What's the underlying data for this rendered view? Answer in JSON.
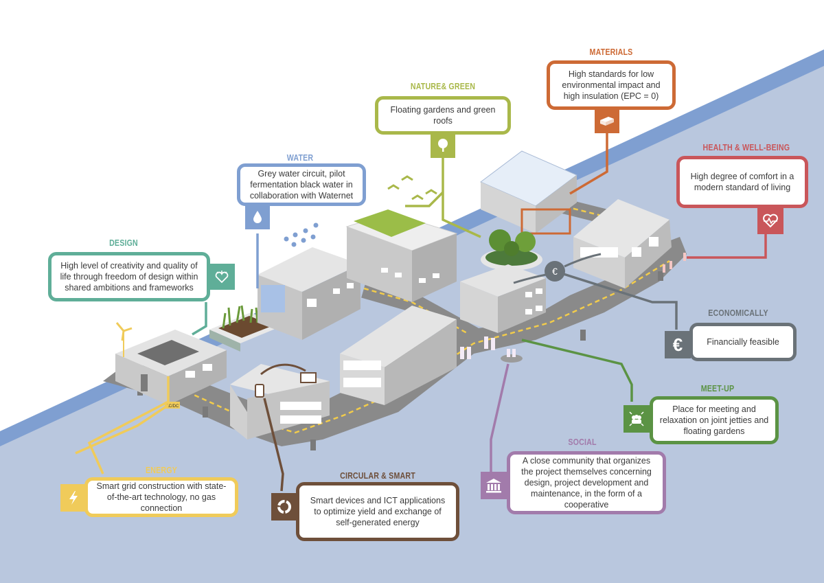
{
  "title": "Floating sustainable neighbourhood – themes",
  "colors": {
    "background_land": "#ffffff",
    "water": "#b9c7de",
    "shore_band": "#7f9fd1",
    "road": "#8a8a8a",
    "road_dash": "#f2cc4b",
    "building_roof": "#e3e3e3",
    "building_wall": "#c4c4c4",
    "building_wall_dark": "#9d9d9d",
    "window": "#ffffff"
  },
  "callouts": [
    {
      "id": "materials",
      "title": "MATERIALS",
      "text": "High standards for low environmental impact and high insulation (EPC = 0)",
      "icon": "brick-icon",
      "color": "#cd6a35"
    },
    {
      "id": "nature",
      "title": "NATURE& GREEN",
      "text": "Floating gardens and green roofs",
      "icon": "tree-icon",
      "color": "#a9b84a"
    },
    {
      "id": "water",
      "title": "WATER",
      "text": "Grey water circuit, pilot fermentation black water in collaboration with Waternet",
      "icon": "water-drop-icon",
      "color": "#7f9fd1"
    },
    {
      "id": "design",
      "title": "DESIGN",
      "text": "High level of creativity and quality of life through freedom of design within shared ambitions and frameworks",
      "icon": "heart-idea-icon",
      "color": "#5fae98"
    },
    {
      "id": "health",
      "title": "HEALTH & WELL-BEING",
      "text": "High degree of comfort in a modern standard of living",
      "icon": "heart-pulse-icon",
      "color": "#c9565a"
    },
    {
      "id": "economically",
      "title": "ECONOMICALLY",
      "text": "Financially feasible",
      "icon": "euro-icon",
      "color": "#6a7278"
    },
    {
      "id": "meetup",
      "title": "MEET-UP",
      "text": "Place for meeting and relaxation on joint jetties and floating gardens",
      "icon": "group-icon",
      "color": "#5b9344"
    },
    {
      "id": "social",
      "title": "SOCIAL",
      "text": "A close community that organizes the project themselves concerning design, project development and maintenance, in the form of a cooperative",
      "icon": "institution-icon",
      "color": "#a27bab"
    },
    {
      "id": "circular",
      "title": "CIRCULAR & SMART",
      "text": "Smart devices and ICT applications to optimize yield and exchange of self-generated energy",
      "icon": "cycle-icon",
      "color": "#6e4f3a"
    },
    {
      "id": "energy",
      "title": "ENERGY",
      "text": "Smart grid construction with state-of-the-art technology, no gas connection",
      "icon": "lightning-icon",
      "color": "#f0cb5a"
    }
  ],
  "scene": {
    "acdc_label": "AC/DC"
  }
}
